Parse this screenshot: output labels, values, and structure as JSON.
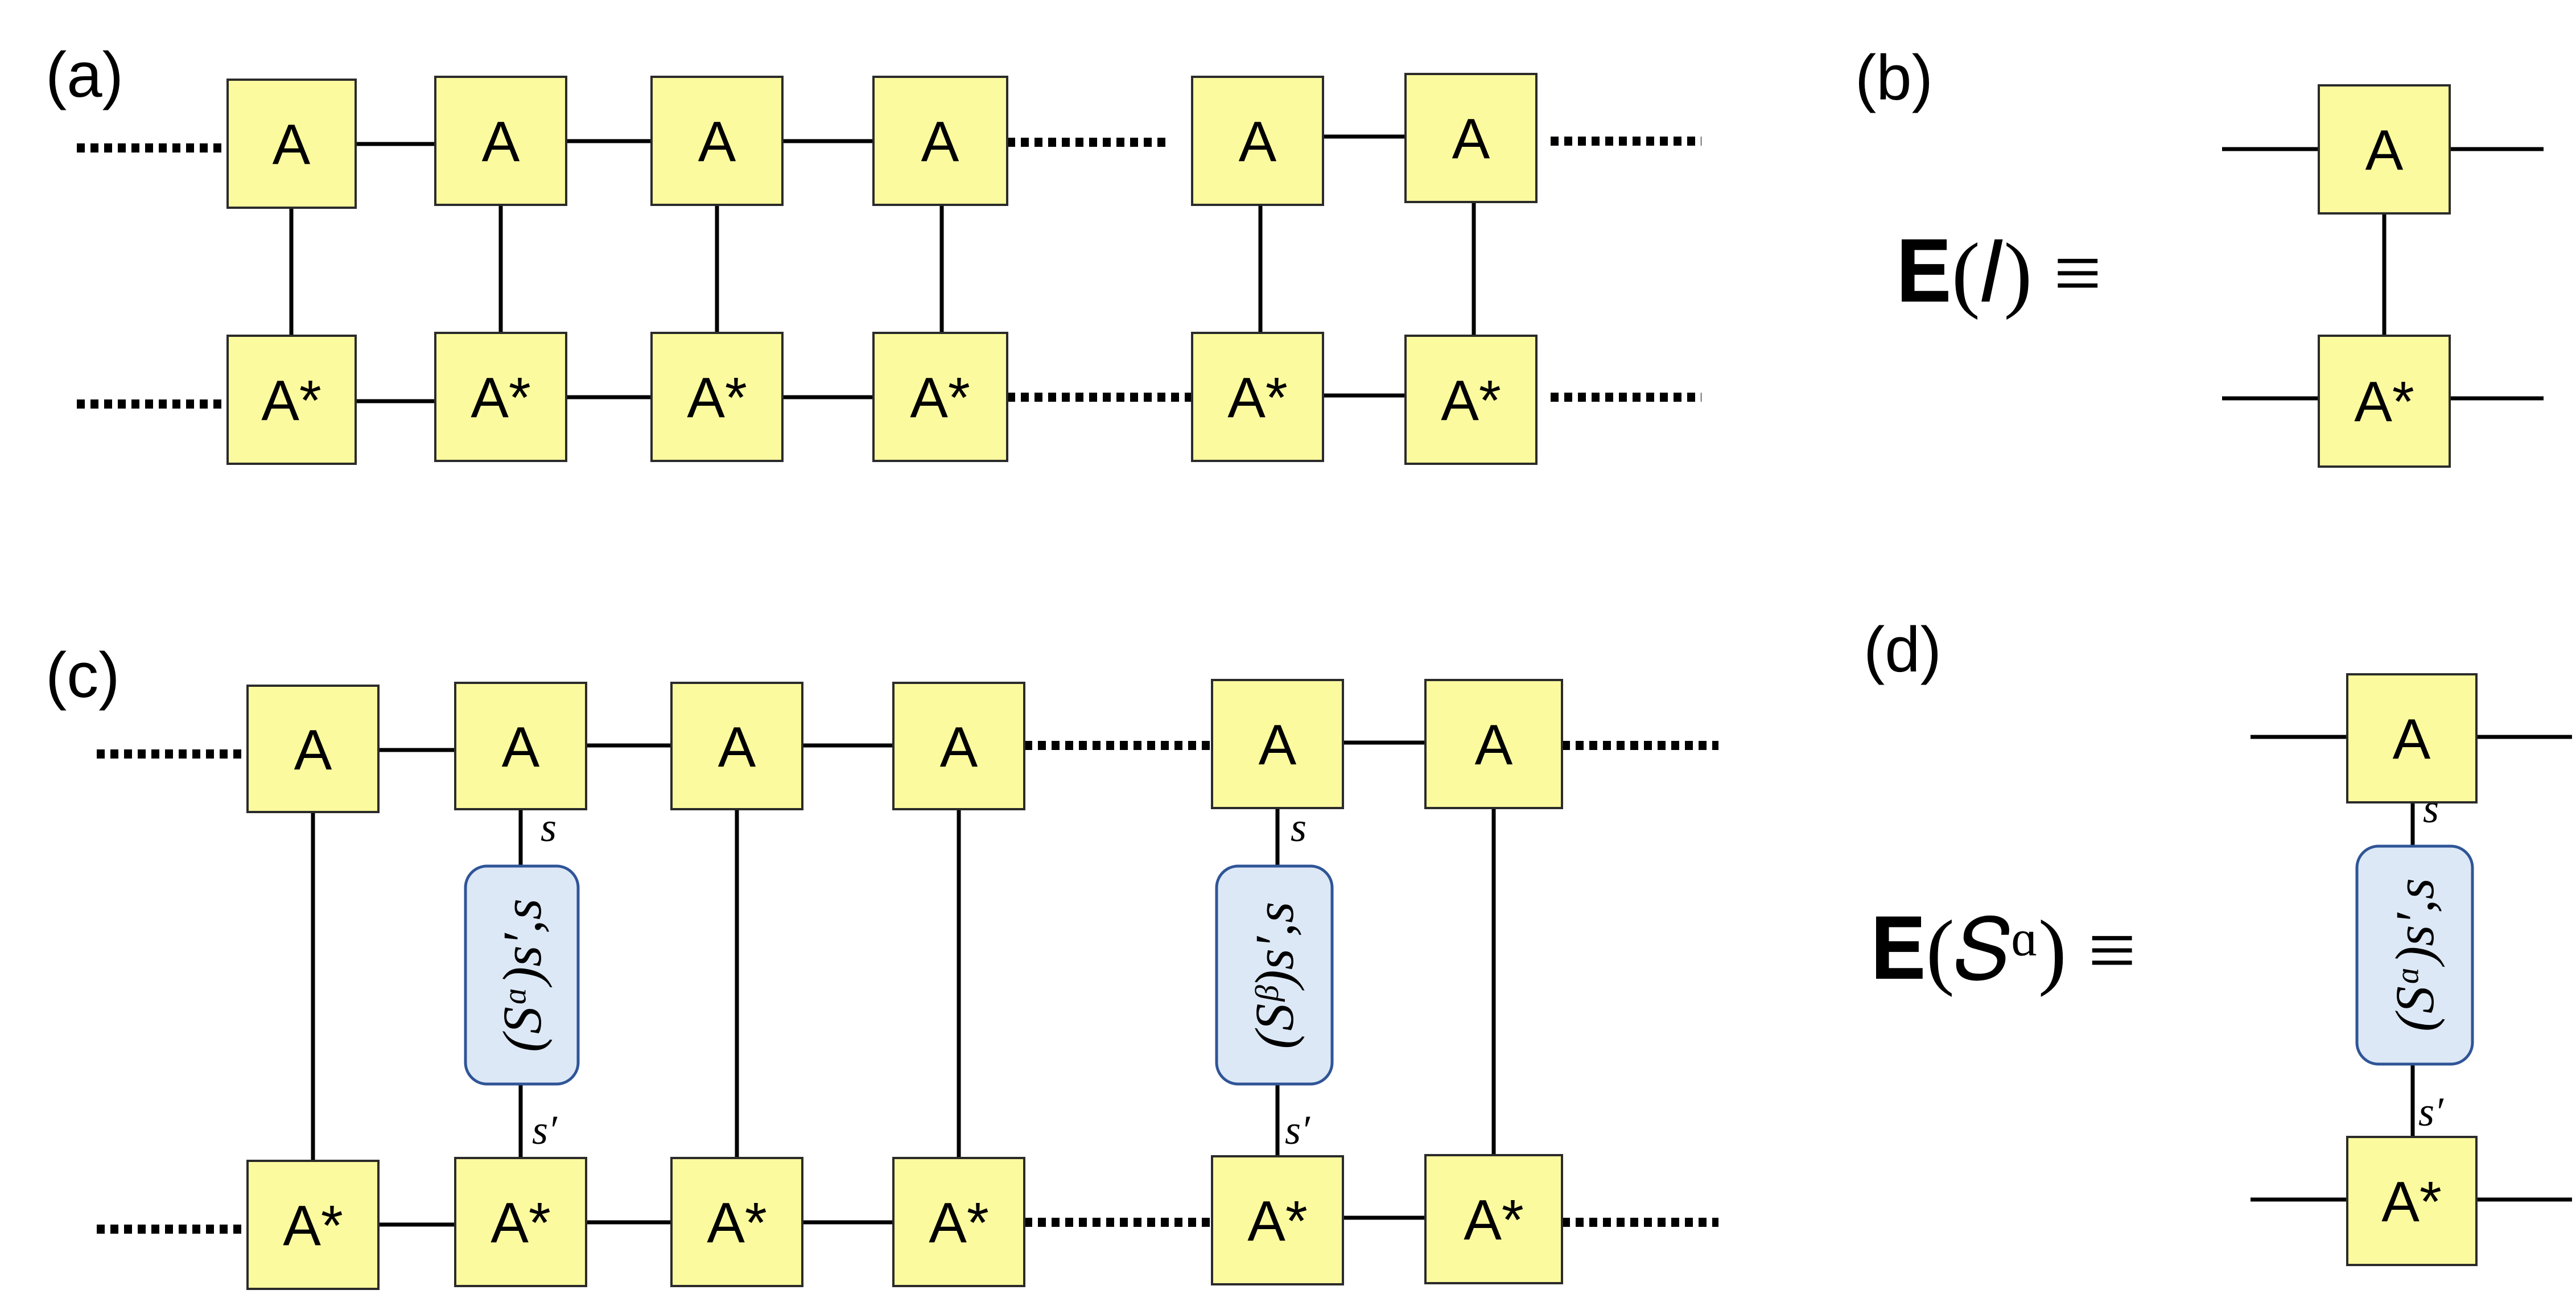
{
  "panels": {
    "a": "(a)",
    "b": "(b)",
    "c": "(c)",
    "d": "(d)"
  },
  "tensors": {
    "top": "A",
    "bottom": "A*"
  },
  "equations": {
    "b": "𝐄(𝐼) ≡",
    "d": "𝐄(𝑆ᵅ) ≡"
  },
  "operators": {
    "alpha": "(Sᵅ)s′,s",
    "beta": "(Sᵝ)s′,s"
  },
  "indices": {
    "s": "s",
    "s_prime": "s′"
  },
  "colors": {
    "tensor_fill": "#fbfa9e",
    "operator_fill": "#dce8f5",
    "operator_stroke": "#2f5597"
  }
}
